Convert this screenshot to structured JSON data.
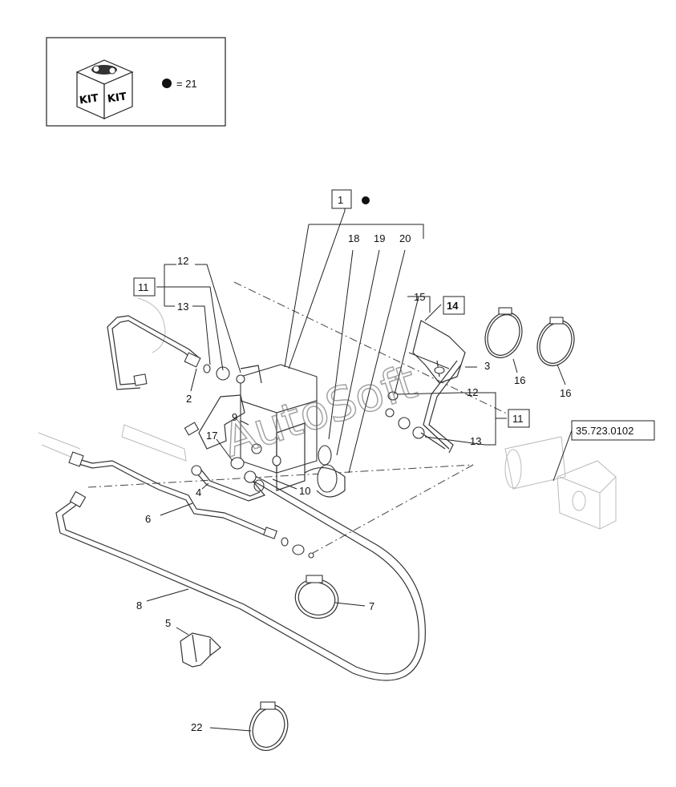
{
  "kit_box": {
    "icon_text": "KIT",
    "legend": "= 21"
  },
  "reference_box": "35.723.0102",
  "boxed_callouts": {
    "c1": "1",
    "c11a": "11",
    "c11b": "11",
    "c14": "14"
  },
  "callouts": {
    "n2": "2",
    "n3": "3",
    "n4": "4",
    "n5": "5",
    "n6": "6",
    "n7": "7",
    "n8": "8",
    "n9": "9",
    "n10": "10",
    "n12a": "12",
    "n12b": "12",
    "n13a": "13",
    "n13b": "13",
    "n15": "15",
    "n16a": "16",
    "n16b": "16",
    "n17": "17",
    "n18": "18",
    "n19": "19",
    "n20": "20",
    "n22": "22"
  },
  "watermark": "AutoSoft"
}
